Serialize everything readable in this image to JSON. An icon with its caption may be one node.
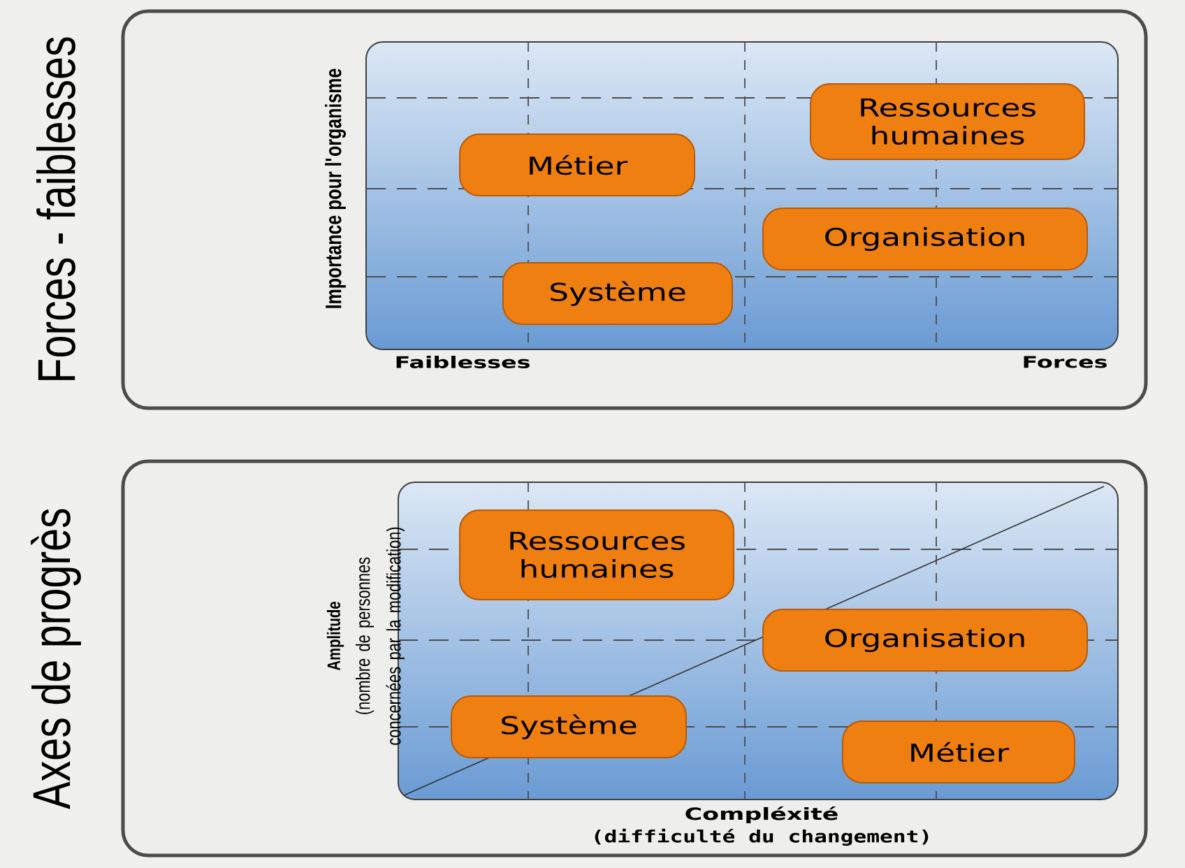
{
  "diagram": {
    "nodes": [
      {
        "text": [
          "Forces - faiblesses"
        ]
      },
      {
        "text": [
          "Ressources humaines"
        ],
        "in": 0
      },
      {
        "text": [
          "Métier"
        ],
        "in": 0
      },
      {
        "text": [
          "Organisation"
        ],
        "in": 0
      },
      {
        "text": [
          "Système"
        ],
        "in": 0
      },
      {
        "text": [
          "Axes de progrès"
        ]
      },
      {
        "text": [
          "Ressources humaines"
        ],
        "in": 5
      },
      {
        "text": [
          "Organisation"
        ],
        "in": 5
      },
      {
        "text": [
          "Système"
        ],
        "in": 5
      },
      {
        "text": [
          "Métier"
        ],
        "in": 5
      }
    ],
    "edges": [],
    "labels": [
      "Importance pour l'organisme",
      "Faiblesses",
      "Forces",
      "Amplitude",
      "(nombre de personnes concernées par la modification)",
      "Compléxité",
      "(difficulté du changement)"
    ]
  }
}
